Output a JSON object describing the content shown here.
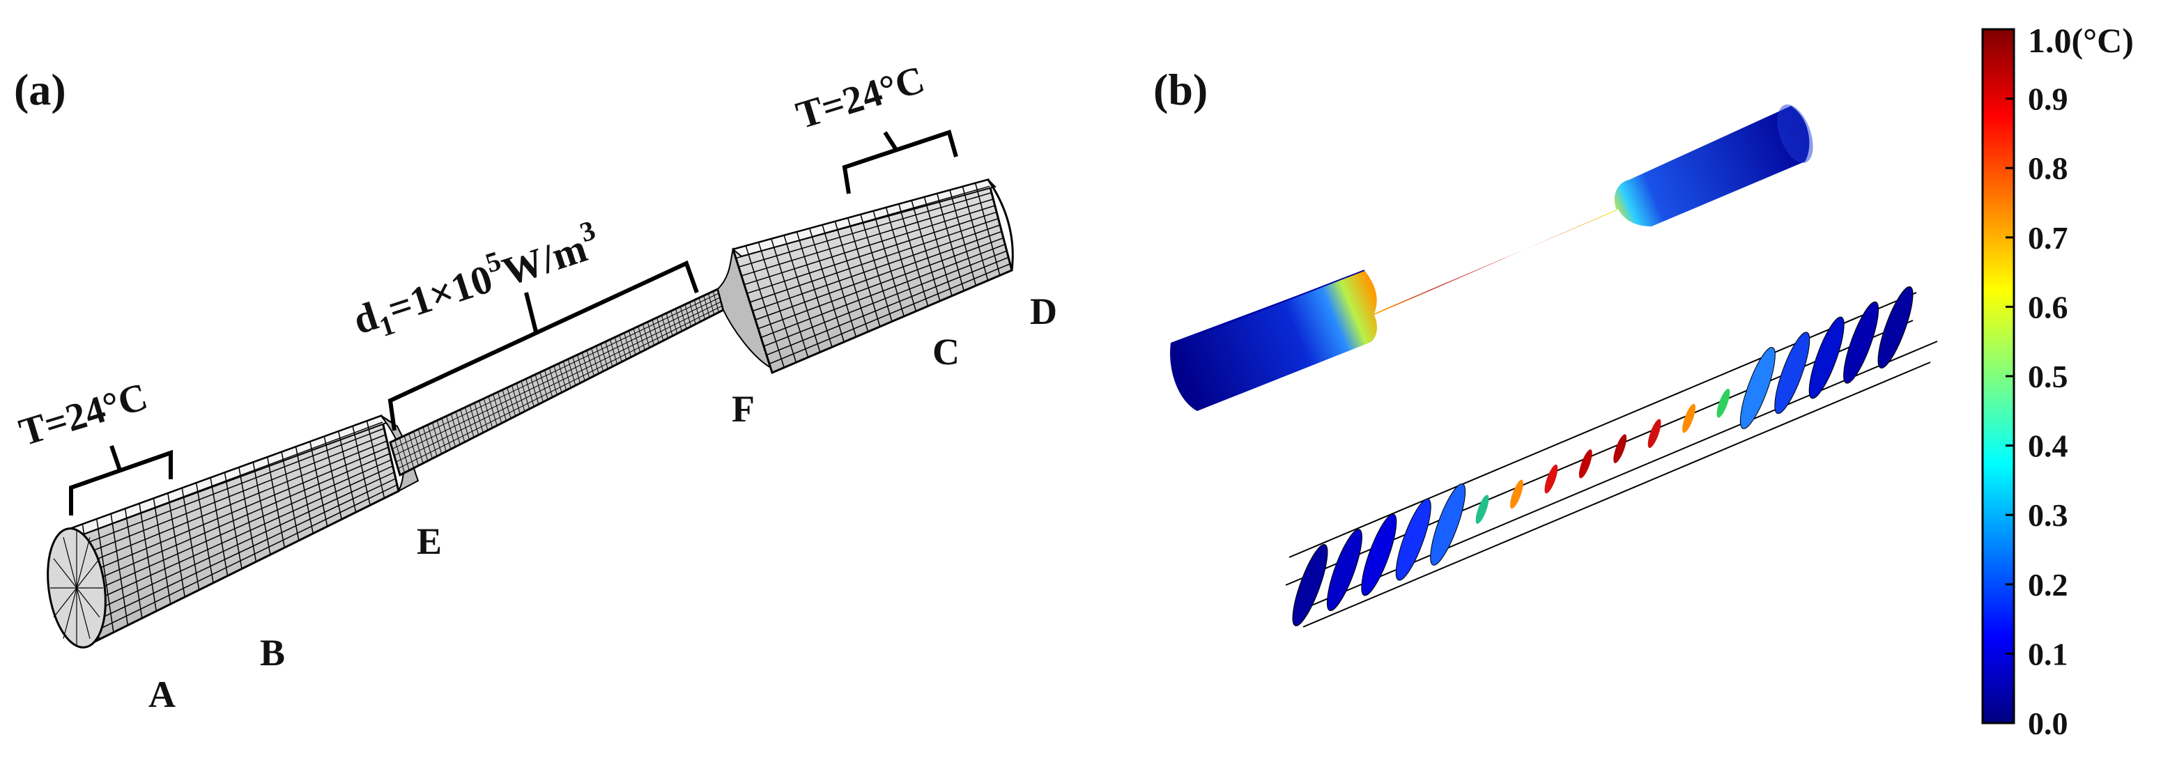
{
  "panels": {
    "a": {
      "label": "(a)"
    },
    "b": {
      "label": "(b)"
    }
  },
  "annotations": {
    "bc_left": "T=24°C",
    "bc_right": "T=24°C",
    "heat_source_prefix": "d",
    "heat_source_sub": "1",
    "heat_source_main": "=1×10",
    "heat_source_exp": "5",
    "heat_source_unit": "W/m",
    "heat_source_unit_exp": "3"
  },
  "points": {
    "A": "A",
    "B": "B",
    "C": "C",
    "D": "D",
    "E": "E",
    "F": "F"
  },
  "colorbar": {
    "title": "1.0(°C)",
    "ticks": [
      "0.9",
      "0.8",
      "0.7",
      "0.6",
      "0.5",
      "0.4",
      "0.3",
      "0.2",
      "0.1",
      "0.0"
    ],
    "min": 0.0,
    "max": 1.0,
    "colors": [
      "#00007f",
      "#0000ff",
      "#007fff",
      "#00ffff",
      "#7fff7f",
      "#ffff00",
      "#ff7f00",
      "#ff0000",
      "#7f0000"
    ]
  }
}
